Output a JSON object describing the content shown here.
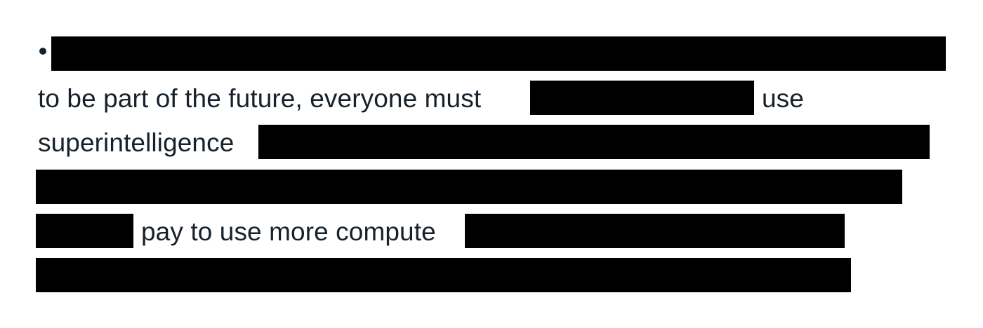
{
  "document": {
    "bullet_item": {
      "redacted": true
    },
    "line_must": {
      "text_before": "to be part of the future, everyone must",
      "text_after": "use"
    },
    "line_superintelligence": {
      "text": "superintelligence"
    },
    "line_pay": {
      "text": "pay to use more compute"
    }
  },
  "colors": {
    "text": "#17212b",
    "redaction": "#000000",
    "background": "#ffffff"
  }
}
